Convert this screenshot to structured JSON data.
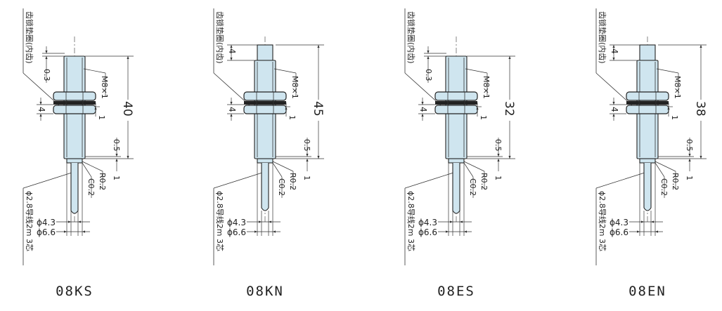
{
  "figures": [
    {
      "id": "08KS",
      "model": "08KS",
      "variant": "shielded",
      "note_top": "齿锁垫圈(内齿)",
      "note_cable": "ϕ2.8导线2m 3芯",
      "dims": {
        "overall": "40",
        "flush": "0.3",
        "nut": "4",
        "thread": "M8×1",
        "gap": "1",
        "step": "0.5",
        "shoulder": "1",
        "radius": "R0.2",
        "chamfer": "C0.2",
        "cable_dia": "ϕ4.3",
        "boot_dia": "ϕ6.6"
      }
    },
    {
      "id": "08KN",
      "model": "08KN",
      "variant": "unshielded",
      "note_top": "齿锁垫圈(内齿)",
      "note_cable": "ϕ2.8导线2m 3芯",
      "dims": {
        "overall": "45",
        "head": "4",
        "nut": "4",
        "thread": "M8×1",
        "gap": "1",
        "step": "0.5",
        "shoulder": "1",
        "radius": "R0.2",
        "chamfer": "C0.2",
        "cable_dia": "ϕ4.3",
        "boot_dia": "ϕ6.6"
      }
    },
    {
      "id": "08ES",
      "model": "08ES",
      "variant": "shielded",
      "note_top": "齿锁垫圈(内齿)",
      "note_cable": "ϕ2.8导线2m 3芯",
      "dims": {
        "overall": "32",
        "flush": "0.3",
        "nut": "4",
        "thread": "M8×1",
        "gap": "1",
        "step": "0.5",
        "shoulder": "1",
        "radius": "R0.2",
        "chamfer": "C0.2",
        "cable_dia": "ϕ4.3",
        "boot_dia": "ϕ6.6"
      }
    },
    {
      "id": "08EN",
      "model": "08EN",
      "variant": "unshielded",
      "note_top": "齿锁垫圈(内齿)",
      "note_cable": "ϕ2.8导线2m 3芯",
      "dims": {
        "overall": "38",
        "head": "4",
        "nut": "4",
        "thread": "M8×1",
        "gap": "1",
        "step": "0.5",
        "shoulder": "1",
        "radius": "R0.2",
        "chamfer": "C0.2",
        "cable_dia": "ϕ4.3",
        "boot_dia": "ϕ6.6"
      }
    }
  ],
  "colors": {
    "body": "#cfe5ef",
    "line": "#222222"
  }
}
